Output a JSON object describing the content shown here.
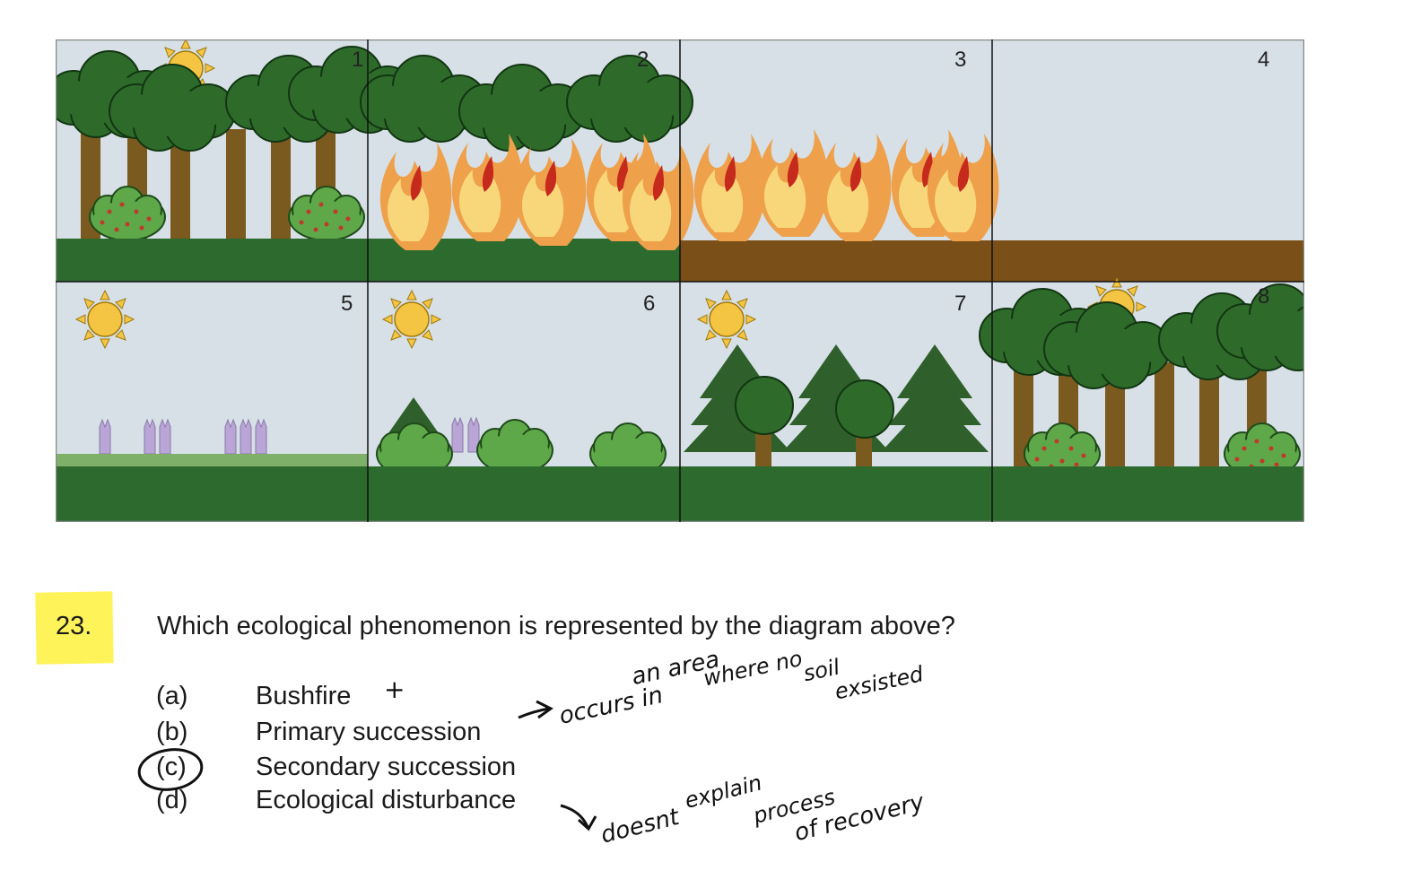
{
  "diagram": {
    "panels": [
      "1",
      "2",
      "3",
      "4",
      "5",
      "6",
      "7",
      "8"
    ],
    "colors": {
      "sky": "#d6e0e6",
      "grass": "#2d6a2e",
      "soil": "#7a4f18",
      "tree": "#2e6b2a",
      "trunk": "#7a5a1e",
      "fire_orange": "#eea04b",
      "fire_yellow": "#f8d77a",
      "fire_red": "#c62a1d",
      "sun": "#f4c542",
      "lupin": "#b9a6d6"
    }
  },
  "question": {
    "number": "23.",
    "text": "Which ecological phenomenon is represented by the diagram above?",
    "options": [
      {
        "letter": "(a)",
        "text": "Bushfire"
      },
      {
        "letter": "(b)",
        "text": "Primary succession"
      },
      {
        "letter": "(c)",
        "text": "Secondary succession"
      },
      {
        "letter": "(d)",
        "text": "Ecological disturbance"
      }
    ],
    "highlight_color": "#fff35a"
  },
  "annotations": {
    "cross_mark": "+",
    "note_primary": [
      "occurs in",
      "an area",
      "where no",
      "soil",
      "exsisted"
    ],
    "note_disturbance": [
      "doesnt",
      "explain",
      "process",
      "of recovery"
    ]
  }
}
